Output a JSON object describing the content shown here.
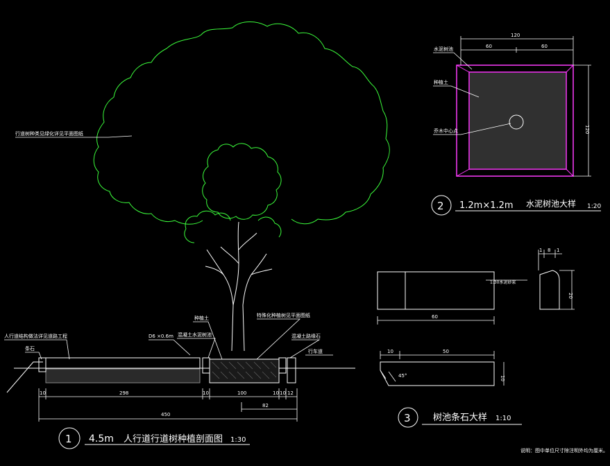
{
  "colors": {
    "background": "#000000",
    "lines": "#ffffff",
    "accent_green": "#3cff3c",
    "accent_magenta": "#ff3cff",
    "text": "#ffffff"
  },
  "detail1": {
    "number": "1",
    "title_size": "4.5m",
    "title": "人行道行道树种植剖面图",
    "scale": "1:30",
    "labels": {
      "tree_note": "行道树种类见绿化详见平面图纸",
      "sidewalk_note": "人行道结构做法详见道路工程",
      "curb": "条石",
      "d6": "D6 ×0.6m",
      "concrete_pit": "混凝土水泥树池",
      "planting_soil": "种植土",
      "paving_note": "特殊化种植树见平面图纸",
      "concrete_curb": "混凝土路缘石",
      "roadway": "行车道"
    },
    "dimensions": {
      "d10a": "10",
      "d298": "298",
      "d10b": "10",
      "d100": "100",
      "d10c": "10",
      "d10d": "10",
      "d12": "12",
      "d82": "82",
      "d450": "450"
    }
  },
  "detail2": {
    "number": "2",
    "size": "1.2m×1.2m",
    "title": "水泥树池大样",
    "scale": "1:20",
    "labels": {
      "cement_pit": "水泥树池",
      "soil": "种植土",
      "tree_center": "乔木中心点"
    },
    "dimensions": {
      "top_total": "120",
      "top_left": "60",
      "top_right": "60",
      "right": "120"
    }
  },
  "detail3": {
    "number": "3",
    "title": "树池条石大样",
    "scale": "1:10",
    "labels": {
      "cement_mortar": "1:30水泥砂浆"
    },
    "dimensions": {
      "length60": "60",
      "length50": "50",
      "lead10": "10",
      "height10": "10",
      "height20": "20",
      "t1": "1",
      "t8": "8",
      "t1b": "1",
      "chamfer": "45°"
    }
  },
  "footnote": "说明：图中单位尺寸除注明外均为厘米。"
}
